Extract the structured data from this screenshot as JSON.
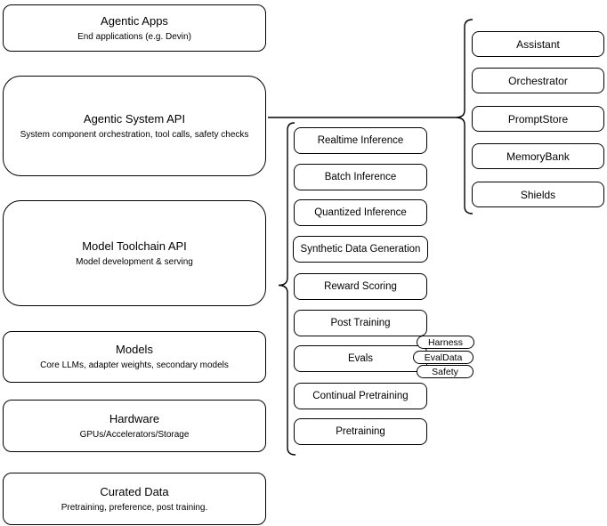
{
  "stack": {
    "layers": [
      {
        "title": "Agentic Apps",
        "subtitle": "End applications (e.g. Devin)"
      },
      {
        "title": "Agentic System API",
        "subtitle": "System component orchestration, tool calls, safety checks"
      },
      {
        "title": "Model Toolchain API",
        "subtitle": "Model development & serving"
      },
      {
        "title": "Models",
        "subtitle": "Core LLMs, adapter weights, secondary models"
      },
      {
        "title": "Hardware",
        "subtitle": "GPUs/Accelerators/Storage"
      },
      {
        "title": "Curated Data",
        "subtitle": "Pretraining, preference, post training."
      }
    ]
  },
  "toolchain_group": {
    "items": [
      {
        "label": "Realtime Inference"
      },
      {
        "label": "Batch Inference"
      },
      {
        "label": "Quantized Inference"
      },
      {
        "label": "Synthetic Data Generation"
      },
      {
        "label": "Reward Scoring"
      },
      {
        "label": "Post Training"
      },
      {
        "label": "Evals"
      },
      {
        "label": "Continual Pretraining"
      },
      {
        "label": "Pretraining"
      }
    ],
    "evals_tags": [
      {
        "label": "Harness"
      },
      {
        "label": "EvalData"
      },
      {
        "label": "Safety"
      }
    ]
  },
  "system_group": {
    "items": [
      {
        "label": "Assistant"
      },
      {
        "label": "Orchestrator"
      },
      {
        "label": "PromptStore"
      },
      {
        "label": "MemoryBank"
      },
      {
        "label": "Shields"
      }
    ]
  },
  "colors": {
    "border": "#000000",
    "background": "#ffffff",
    "text": "#000000"
  }
}
